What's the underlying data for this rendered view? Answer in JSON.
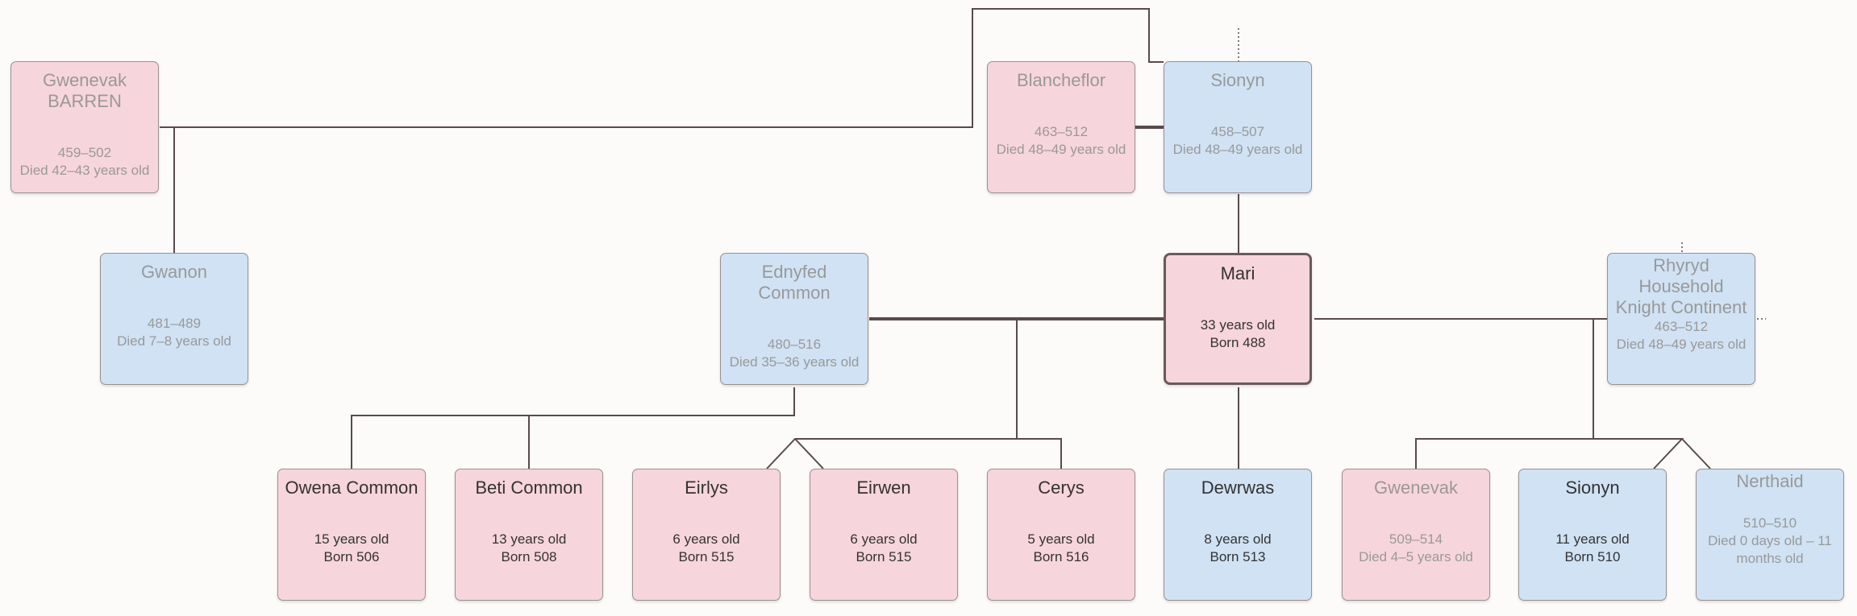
{
  "people": [
    {
      "id": "gwenevak-barren",
      "name": "Gwenevak BARREN",
      "gender": "female",
      "deceased": true,
      "lines": [
        "459–502",
        "Died 42–43 years old"
      ]
    },
    {
      "id": "gwanon",
      "name": "Gwanon",
      "gender": "male",
      "deceased": true,
      "lines": [
        "481–489",
        "Died 7–8 years old"
      ]
    },
    {
      "id": "blancheflor",
      "name": "Blancheflor",
      "gender": "female",
      "deceased": true,
      "lines": [
        "463–512",
        "Died 48–49 years old"
      ]
    },
    {
      "id": "sionyn-elder",
      "name": "Sionyn",
      "gender": "male",
      "deceased": true,
      "lines": [
        "458–507",
        "Died 48–49 years old"
      ]
    },
    {
      "id": "ednyfed",
      "name": "Ednyfed Common",
      "gender": "male",
      "deceased": true,
      "lines": [
        "480–516",
        "Died 35–36 years old"
      ]
    },
    {
      "id": "mari",
      "name": "Mari",
      "gender": "female",
      "deceased": false,
      "main": true,
      "lines": [
        "33 years old",
        "Born 488"
      ]
    },
    {
      "id": "rhyryd",
      "name": "Rhyryd Household Knight Continent",
      "gender": "male",
      "deceased": true,
      "lines": [
        "463–512",
        "Died 48–49 years old"
      ]
    },
    {
      "id": "owena",
      "name": "Owena Common",
      "gender": "female",
      "deceased": false,
      "lines": [
        "15 years old",
        "Born 506"
      ]
    },
    {
      "id": "beti",
      "name": "Beti Common",
      "gender": "female",
      "deceased": false,
      "lines": [
        "13 years old",
        "Born 508"
      ]
    },
    {
      "id": "eirlys",
      "name": "Eirlys",
      "gender": "female",
      "deceased": false,
      "lines": [
        "6 years old",
        "Born 515"
      ]
    },
    {
      "id": "eirwen",
      "name": "Eirwen",
      "gender": "female",
      "deceased": false,
      "lines": [
        "6 years old",
        "Born 515"
      ]
    },
    {
      "id": "cerys",
      "name": "Cerys",
      "gender": "female",
      "deceased": false,
      "lines": [
        "5 years old",
        "Born 516"
      ]
    },
    {
      "id": "dewrwas",
      "name": "Dewrwas",
      "gender": "male",
      "deceased": false,
      "lines": [
        "8 years old",
        "Born 513"
      ]
    },
    {
      "id": "gwenevak-child",
      "name": "Gwenevak",
      "gender": "female",
      "deceased": true,
      "lines": [
        "509–514",
        "Died 4–5 years old"
      ]
    },
    {
      "id": "sionyn-child",
      "name": "Sionyn",
      "gender": "male",
      "deceased": false,
      "lines": [
        "11 years old",
        "Born 510"
      ]
    },
    {
      "id": "nerthaid",
      "name": "Nerthaid",
      "gender": "male",
      "deceased": true,
      "lines": [
        "510–510",
        "Died 0 days old – 11 months old"
      ]
    }
  ],
  "colors": {
    "female": "#f7d5dc",
    "male": "#d0e2f4",
    "link": "#5a4a4a",
    "text": "#333333",
    "deceased_text": "#999999"
  }
}
